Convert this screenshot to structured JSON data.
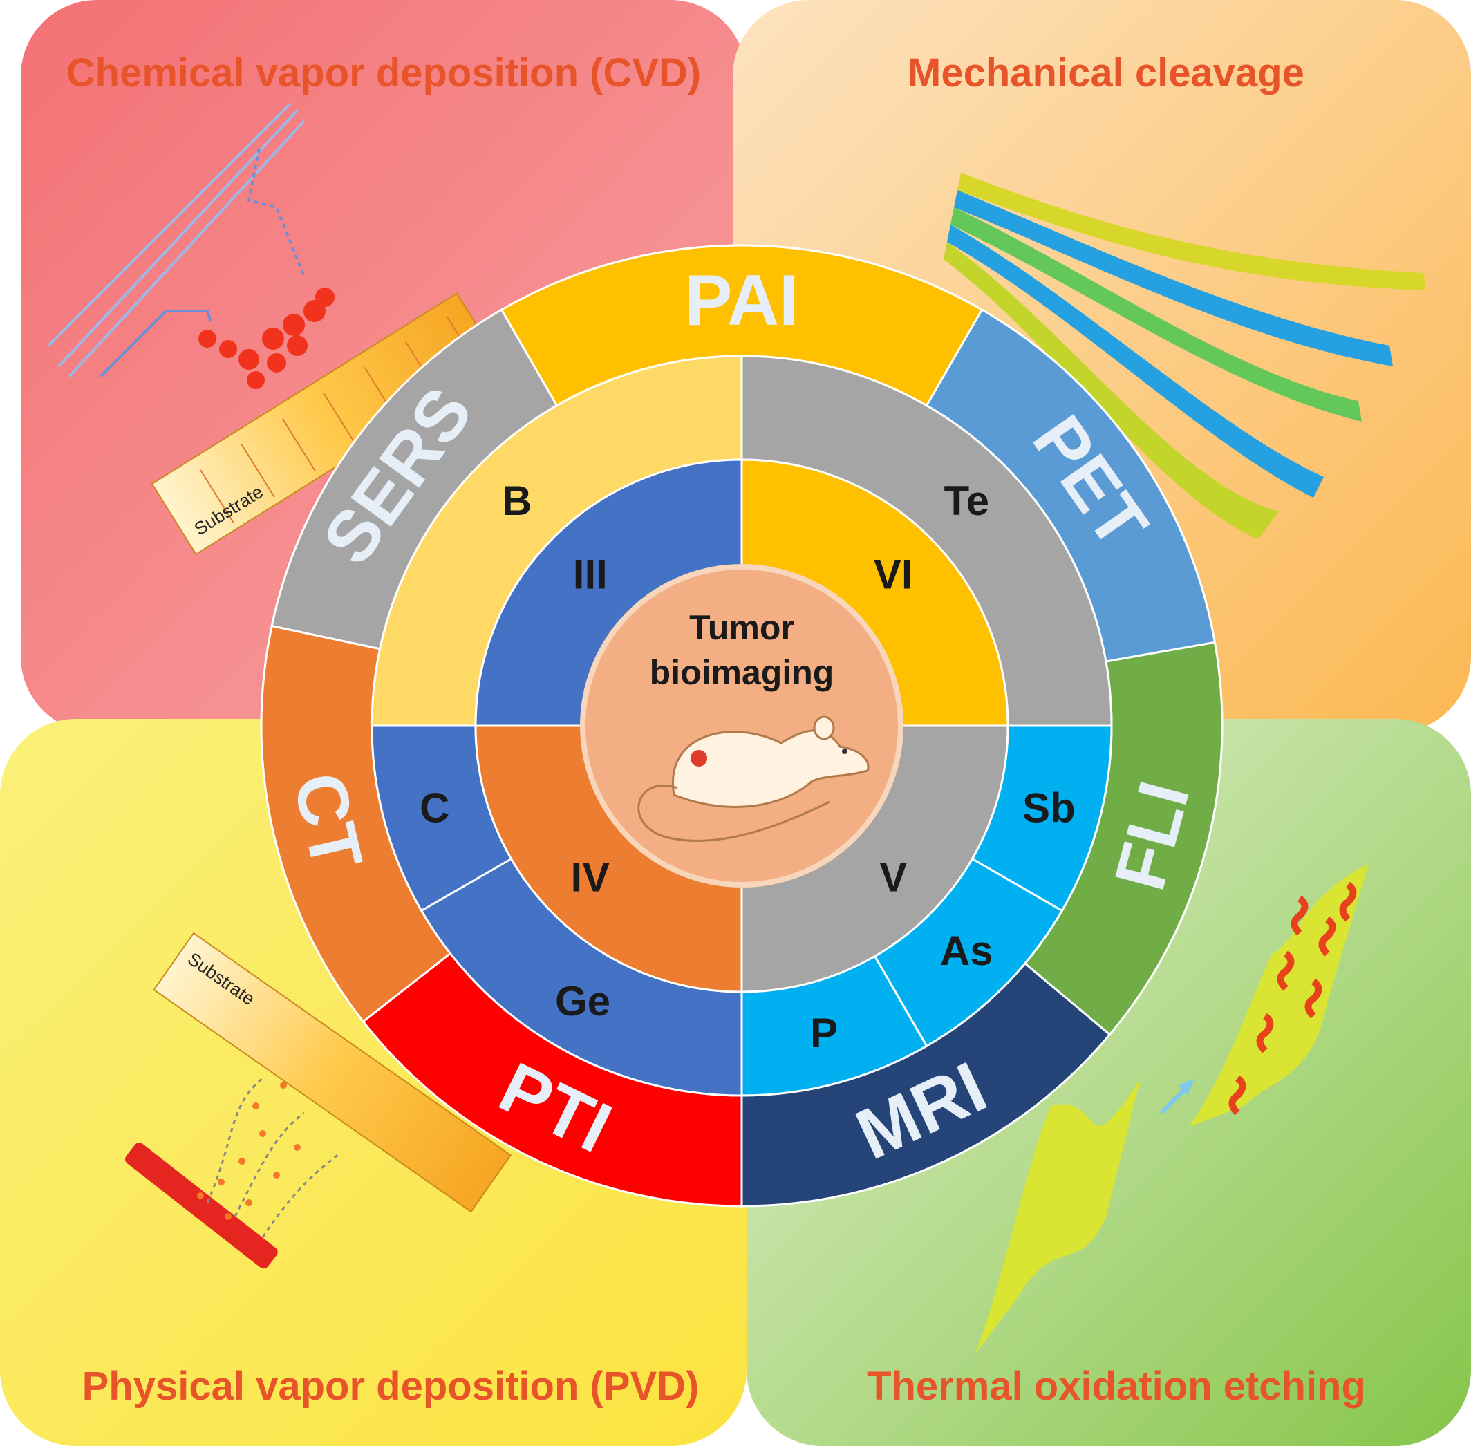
{
  "quadrants": {
    "top_left": {
      "title": "Chemical vapor deposition (CVD)",
      "substrate": "Substrate",
      "color": "#f46b6e"
    },
    "top_right": {
      "title": "Mechanical cleavage",
      "color": "#fcc35e"
    },
    "bottom_left": {
      "title": "Physical vapor deposition (PVD)",
      "substrate": "Substrate",
      "color": "#fbe74a"
    },
    "bottom_right": {
      "title": "Thermal oxidation etching",
      "color": "#8dc94f"
    }
  },
  "center": {
    "title_line1": "Tumor",
    "title_line2": "bioimaging",
    "color": "#f2ad82"
  },
  "outer_ring": [
    {
      "label": "PAI",
      "color": "#ffc000"
    },
    {
      "label": "PET",
      "color": "#5b9bd5"
    },
    {
      "label": "FLI",
      "color": "#70ad47"
    },
    {
      "label": "MRI",
      "color": "#254478"
    },
    {
      "label": "PTI",
      "color": "#ff0000"
    },
    {
      "label": "CT",
      "color": "#ed7d31"
    },
    {
      "label": "SERS",
      "color": "#a5a5a5"
    }
  ],
  "element_ring": [
    {
      "label": "B",
      "color": "#ffd966"
    },
    {
      "label": "Te",
      "color": "#a5a5a5"
    },
    {
      "label": "Sb",
      "color": "#00b0f0"
    },
    {
      "label": "As",
      "color": "#00b0f0"
    },
    {
      "label": "P",
      "color": "#00b0f0"
    },
    {
      "label": "Ge",
      "color": "#4472c4"
    },
    {
      "label": "C",
      "color": "#4472c4"
    }
  ],
  "group_ring": [
    {
      "label": "III",
      "color": "#4472c4"
    },
    {
      "label": "VI",
      "color": "#ffc000"
    },
    {
      "label": "V",
      "color": "#a5a5a5"
    },
    {
      "label": "IV",
      "color": "#ed7d31"
    }
  ]
}
